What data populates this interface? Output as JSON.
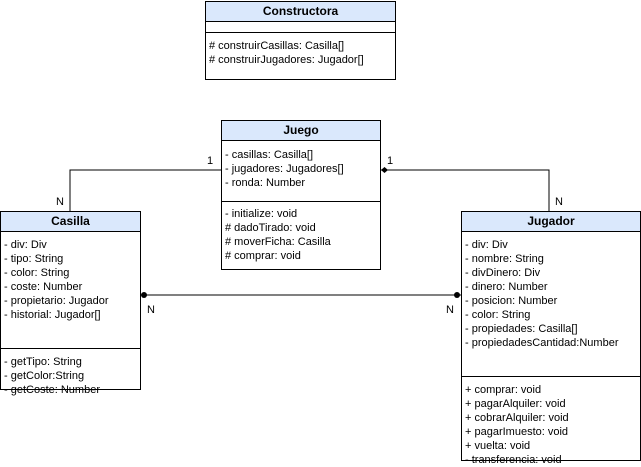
{
  "classes": {
    "constructora": {
      "name": "Constructora",
      "attributes": [],
      "methods": [
        "# construirCasillas: Casilla[]",
        "# construirJugadores: Jugador[]"
      ]
    },
    "juego": {
      "name": "Juego",
      "attributes": [
        "- casillas: Casilla[]",
        "- jugadores: Jugadores[]",
        "- ronda: Number"
      ],
      "methods": [
        "- initialize: void",
        "# dadoTirado: void",
        "# moverFicha: Casilla",
        "# comprar: void"
      ]
    },
    "casilla": {
      "name": "Casilla",
      "attributes": [
        "- div: Div",
        "- tipo: String",
        "- color: String",
        "- coste: Number",
        "- propietario: Jugador",
        "- historial: Jugador[]"
      ],
      "methods": [
        "- getTipo: String",
        "- getColor:String",
        "- getCoste: Number"
      ]
    },
    "jugador": {
      "name": "Jugador",
      "attributes": [
        "- div: Div",
        "- nombre: String",
        "- divDinero: Div",
        "- dinero: Number",
        "- posicion: Number",
        "- color: String",
        "- propiedades: Casilla[]",
        "- propiedadesCantidad:Number"
      ],
      "methods": [
        "+ comprar: void",
        "+ pagarAlquiler: void",
        "+ cobrarAlquiler: void",
        "+ pagarImuesto: void",
        "+ vuelta: void",
        "- transferencia: void"
      ]
    }
  },
  "multiplicities": {
    "juego_casilla_juego_end": "1",
    "juego_casilla_casilla_end": "N",
    "juego_jugador_juego_end": "1",
    "juego_jugador_jugador_end": "N",
    "casilla_jugador_casilla_end": "N",
    "casilla_jugador_jugador_end": "N"
  },
  "colors": {
    "header_fill": "#dae8fc",
    "border": "#000000"
  }
}
